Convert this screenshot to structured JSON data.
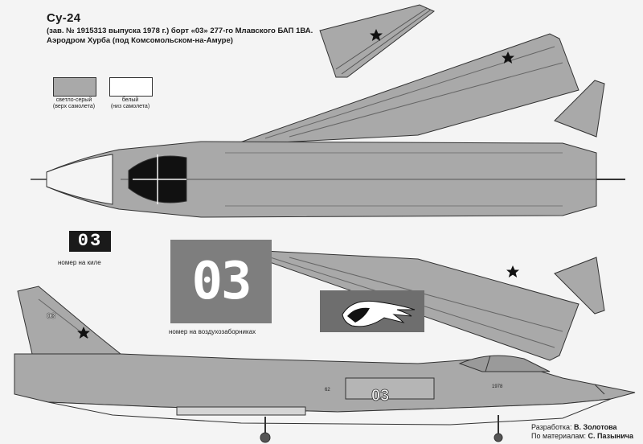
{
  "header": {
    "title": "Су-24",
    "subtitle_line1": "(зав. № 1915313 выпуска 1978 г.) борт «03» 277-го Млавского БАП 1ВА.",
    "subtitle_line2": "Аэродром Хурба (под Комсомольском-на-Амуре)"
  },
  "legend": {
    "swatch_1": {
      "color": "#a9a9a9",
      "label_line1": "светло-серый",
      "label_line2": "(верх самолета)"
    },
    "swatch_2": {
      "color": "#ffffff",
      "label_line1": "белый",
      "label_line2": "(низ самолета)"
    }
  },
  "markings": {
    "tail_number": "03",
    "tail_caption": "номер на киле",
    "intake_number": "03",
    "intake_caption": "номер на воздухозаборниках"
  },
  "fuselage_text": {
    "side_number": "03",
    "fin_number": "03",
    "serial_1": "1978",
    "serial_2": "62"
  },
  "credits": {
    "line1_label": "Разработка:",
    "line1_name": "В. Золотова",
    "line2_label": "По материалам:",
    "line2_name": "С. Пазынича"
  },
  "colors": {
    "aircraft_top": "#a9a9a9",
    "outline": "#333333",
    "canopy": "#111111"
  }
}
